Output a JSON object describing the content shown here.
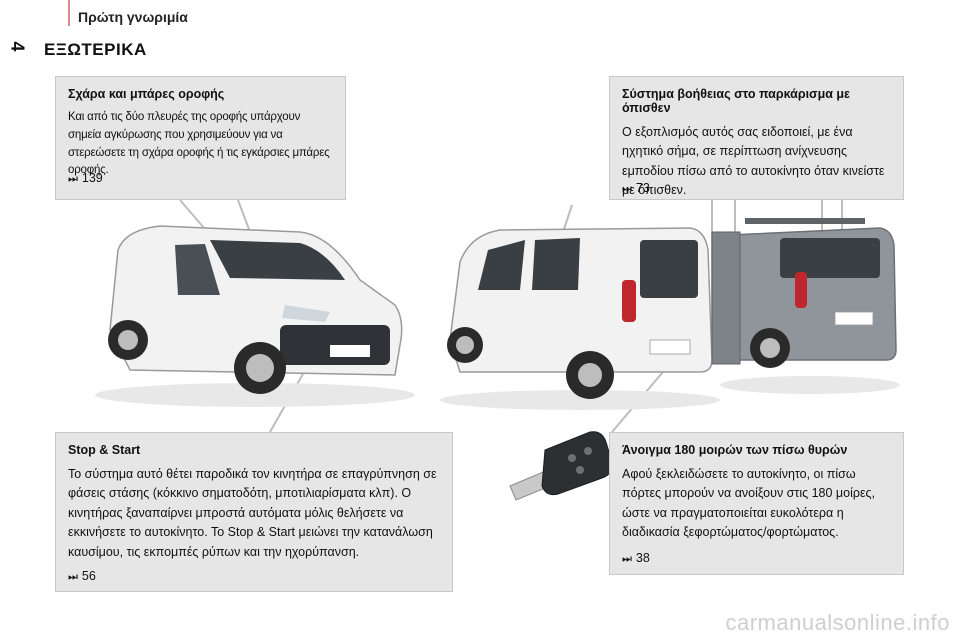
{
  "header": {
    "chapter": "Πρώτη γνωριμία",
    "page_number": "4",
    "section_title": "ΕΞΩΤΕΡΙΚΑ"
  },
  "boxes": {
    "roof": {
      "title": "Σχάρα και μπάρες οροφής",
      "text": "Και από τις δύο πλευρές της οροφής υπάρχουν σημεία αγκύρωσης που χρησιμεύουν για να στερεώσετε τη σχάρα οροφής ή τις εγκάρσιες μπάρες οροφής.",
      "page_ref": "139"
    },
    "parking": {
      "title": "Σύστημα βοήθειας στο παρκάρισμα με όπισθεν",
      "text": "Ο εξοπλισμός αυτός σας ειδοποιεί, με ένα ηχητικό σήμα, σε περίπτωση ανίχνευσης εμποδίου πίσω από το αυτοκίνητο όταν κινείστε με όπισθεν.",
      "page_ref": "73"
    },
    "stop_start": {
      "title": "Stop & Start",
      "text": "Το σύστημα αυτό θέτει παροδικά τον κινητήρα σε επαγρύπνηση σε φάσεις στάσης (κόκκινο σηματοδότη, μποτιλιαρίσματα κλπ). Ο κινητήρας ξαναπαίρνει μπροστά αυτόματα μόλις θελήσετε να εκκινήσετε το αυτοκίνητο. Το Stop & Start μειώνει την κατανάλωση καυσίμου, τις εκπομπές ρύπων και την ηχορύπανση.",
      "page_ref": "56"
    },
    "doors": {
      "title": "Άνοιγμα 180 μοιρών των πίσω θυρών",
      "text": "Αφού ξεκλειδώσετε το αυτοκίνητο, οι πίσω πόρτες μπορούν να ανοίξουν στις 180 μοίρες, ώστε να πραγματοποιείται ευκολότερα η διαδικασία ξεφορτώματος/φορτώματος.",
      "page_ref": "38"
    }
  },
  "watermark": "carmanualsonline.info",
  "colors": {
    "box_bg": "#e6e6e6",
    "van_body": "#f2f2f2",
    "accent": "#d98c8c"
  }
}
